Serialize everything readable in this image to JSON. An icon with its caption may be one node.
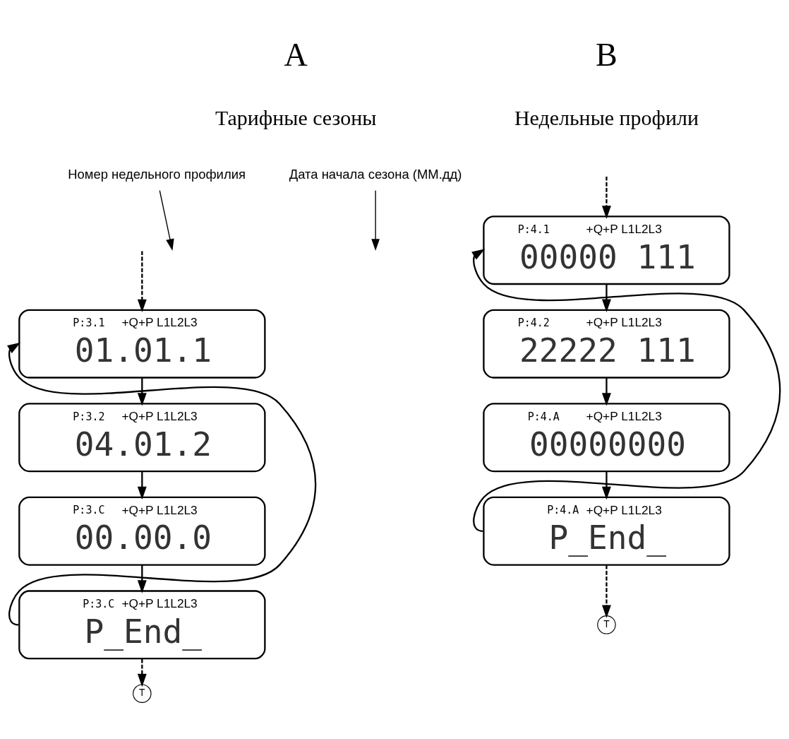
{
  "diagram": {
    "nodes": [
      {
        "text": [
          "Номер недельного профилия"
        ]
      },
      {
        "text": [
          "Дата начала сезона (ММ.дд)"
        ]
      },
      {
        "text": [
          "P:3.1",
          "+Q+P L1L2L3",
          "01.01.1"
        ]
      },
      {
        "text": [
          "P:3.2",
          "+Q+P L1L2L3",
          "04.01.2"
        ]
      },
      {
        "text": [
          "P:3.C",
          "+Q+P L1L2L3",
          "00.00.0"
        ]
      },
      {
        "text": [
          "P:3.C",
          "+Q+P L1L2L3",
          "P_End_"
        ]
      },
      {
        "text": [
          "T"
        ]
      },
      {
        "text": [
          "P:4.1",
          "+Q+P L1L2L3",
          "00000 111"
        ]
      },
      {
        "text": [
          "P:4.2",
          "+Q+P L1L2L3",
          "22222 111"
        ]
      },
      {
        "text": [
          "P:4.A",
          "+Q+P L1L2L3",
          "00000000"
        ]
      },
      {
        "text": [
          "P:4.A",
          "+Q+P L1L2L3",
          "P_End_"
        ]
      },
      {
        "text": [
          "T"
        ]
      }
    ],
    "edges": [
      {
        "from": null,
        "to": 2,
        "arrow": "to",
        "style": "dashed"
      },
      {
        "from": 0,
        "to": null,
        "arrow": "to"
      },
      {
        "from": 1,
        "to": null,
        "arrow": "to"
      },
      {
        "from": 2,
        "to": 3,
        "arrow": "to"
      },
      {
        "from": 3,
        "to": 4,
        "arrow": "to"
      },
      {
        "from": 4,
        "to": 5,
        "arrow": "to"
      },
      {
        "from": 5,
        "to": 2,
        "arrow": "to"
      },
      {
        "from": 5,
        "to": 6,
        "arrow": "to",
        "style": "dashed"
      },
      {
        "from": null,
        "to": 7,
        "arrow": "to",
        "style": "dashed"
      },
      {
        "from": 7,
        "to": 8,
        "arrow": "to"
      },
      {
        "from": 8,
        "to": 9,
        "arrow": "to"
      },
      {
        "from": 9,
        "to": 10,
        "arrow": "to"
      },
      {
        "from": 10,
        "to": 7,
        "arrow": "to"
      },
      {
        "from": 10,
        "to": 11,
        "arrow": "to",
        "style": "dashed"
      }
    ],
    "labels": [
      "A",
      "Тарифные сезоны",
      "B",
      "Недельные профили"
    ]
  }
}
